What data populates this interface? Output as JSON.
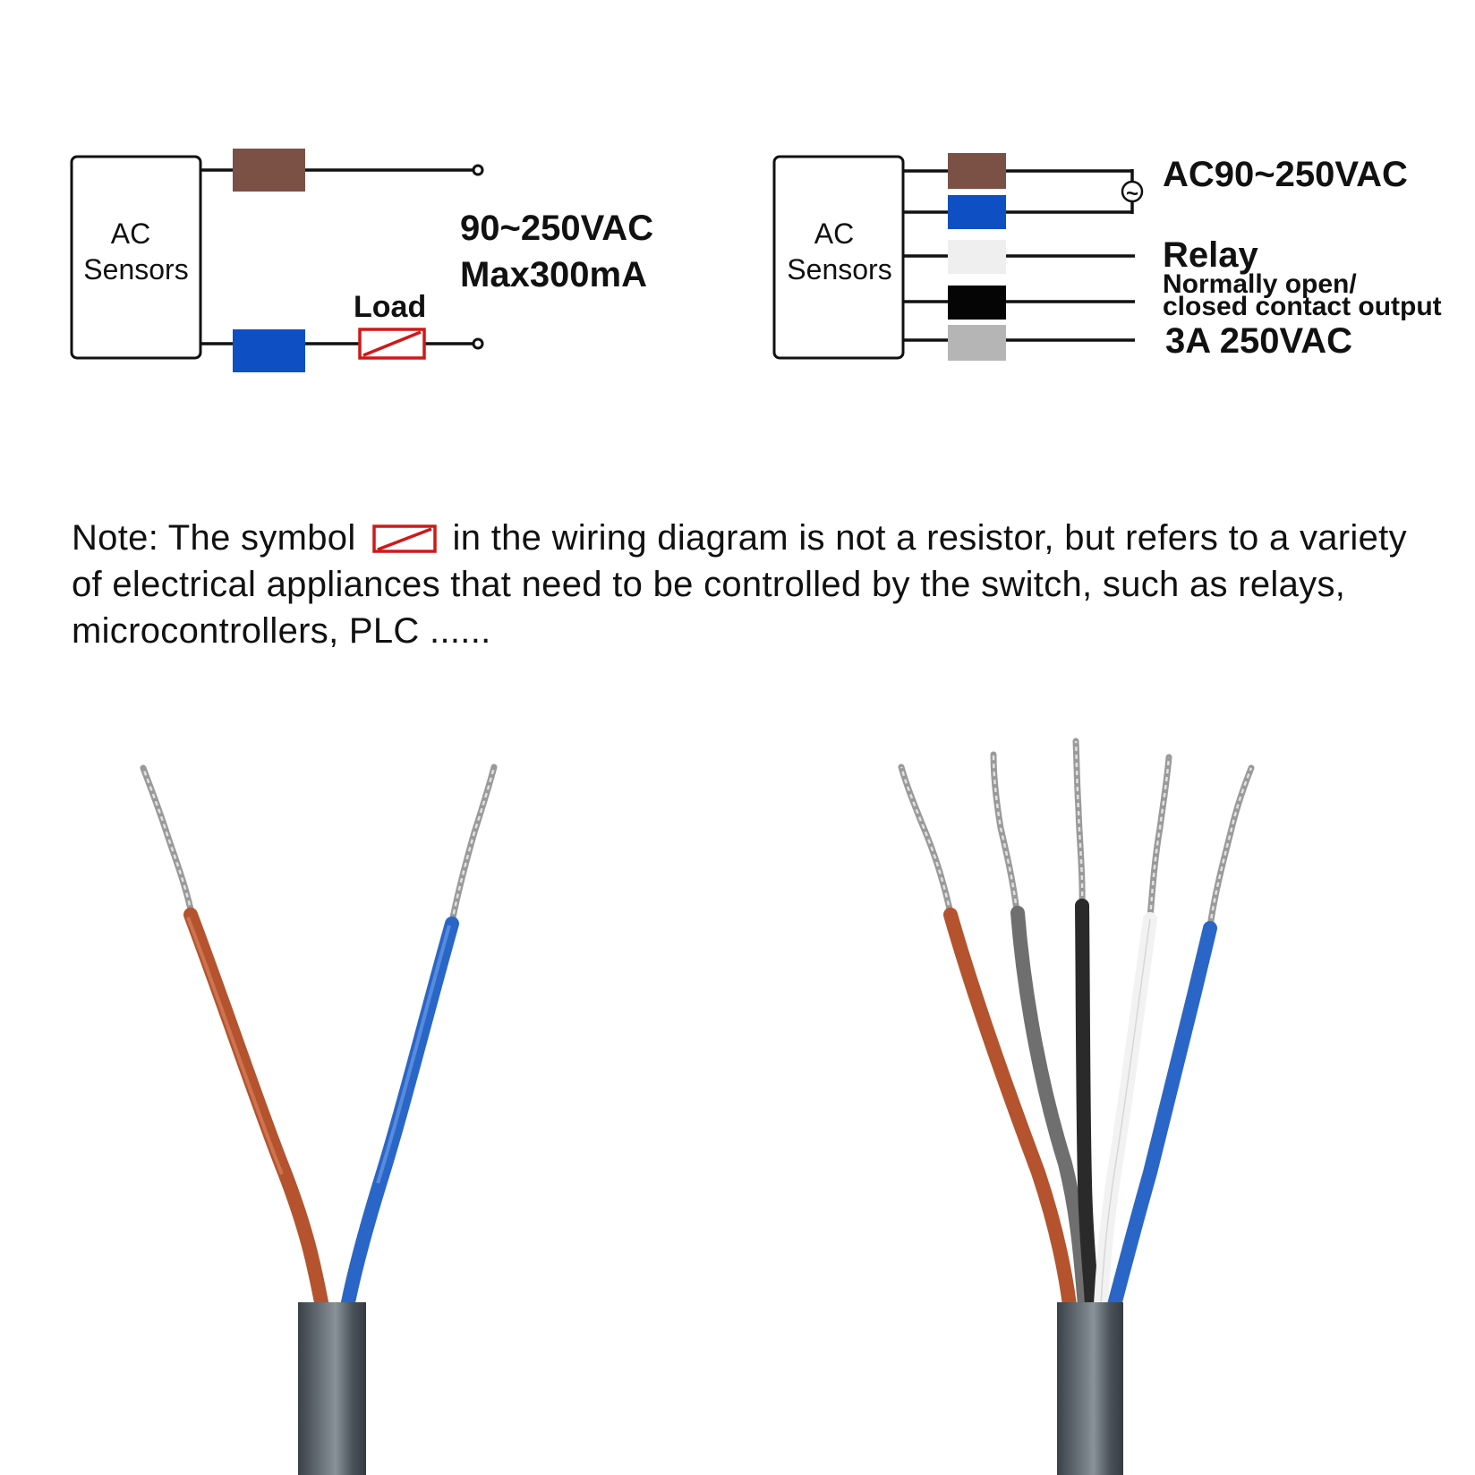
{
  "colors": {
    "brown": "#7b5146",
    "blue": "#0f4fc4",
    "white": "#efefef",
    "black": "#050505",
    "gray": "#b5b5b5",
    "load": "#d01818",
    "cable": "#4a525a",
    "wire_brown": "#b4532d",
    "wire_blue": "#2a66c8",
    "wire_gray": "#6f6f6f",
    "wire_black": "#2a2a2a",
    "wire_white": "#f2f2f2"
  },
  "diagram_left": {
    "sensor_line1": "AC",
    "sensor_line2": "Sensors",
    "load_label": "Load",
    "spec_line1": "90~250VAC",
    "spec_line2": "Max300mA",
    "wires": [
      "brown",
      "blue"
    ]
  },
  "diagram_right": {
    "sensor_line1": "AC",
    "sensor_line2": "Sensors",
    "supply_label": "AC90~250VAC",
    "ac_symbol": "~",
    "relay_label": "Relay",
    "relay_desc1": "Normally open/",
    "relay_desc2": "closed contact output",
    "relay_rating": "3A 250VAC",
    "wires": [
      "brown",
      "blue",
      "white",
      "black",
      "gray"
    ]
  },
  "note": {
    "prefix": "Note: The symbol",
    "body": "in the wiring diagram is not a resistor, but refers to a variety of electrical appliances that need to be controlled by the switch, such as relays, microcontrollers, PLC ......"
  },
  "photos": {
    "left_cable_wires": [
      "wire_brown",
      "wire_blue"
    ],
    "right_cable_wires": [
      "wire_brown",
      "wire_gray",
      "wire_black",
      "wire_white",
      "wire_blue"
    ]
  }
}
